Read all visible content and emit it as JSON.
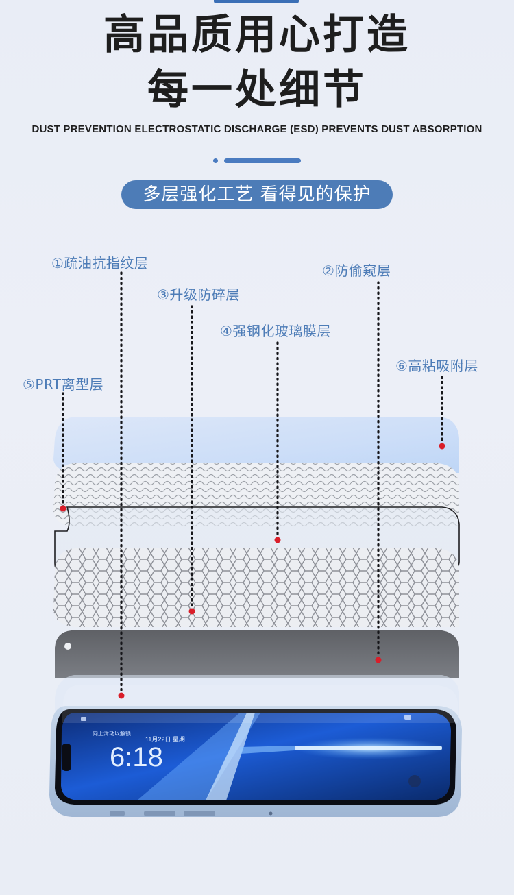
{
  "header": {
    "title_line1": "高品质用心打造",
    "title_line2": "每一处细节",
    "subtitle": "DUST PREVENTION ELECTROSTATIC DISCHARGE (ESD) PREVENTS DUST ABSORPTION",
    "pill": "多层强化工艺 看得见的保护"
  },
  "layers": [
    {
      "label": "①疏油抗指纹层"
    },
    {
      "label": "②防偷窥层"
    },
    {
      "label": "③升级防碎层"
    },
    {
      "label": "④强钢化玻璃膜层"
    },
    {
      "label": "⑤PRT离型层"
    },
    {
      "label": "⑥高粘吸附层"
    }
  ],
  "phone": {
    "time": "6:18",
    "date": "11月22日 星期一",
    "status_top": "向上滑动以解锁"
  },
  "colors": {
    "accent": "#4d7cb7",
    "marker": "#d91e2a"
  }
}
